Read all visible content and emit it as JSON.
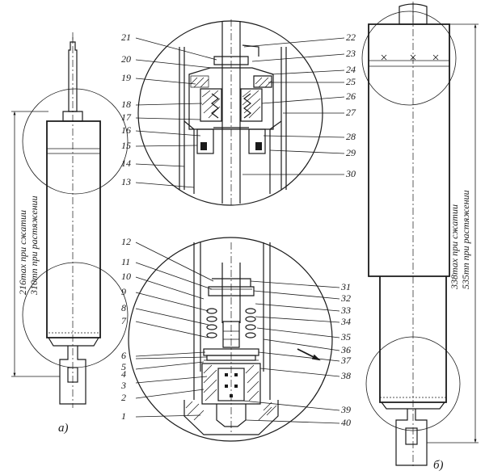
{
  "dimensions": {
    "left_compressed": "216",
    "left_compressed_suffix": "тах при сжатии",
    "left_extended": "310",
    "left_extended_suffix": "тп при растяжении",
    "right_compressed": "338",
    "right_compressed_suffix": "тах при сжатии",
    "right_extended": "535",
    "right_extended_suffix": "тп при растяжении"
  },
  "subfigure_labels": {
    "a": "а)",
    "b": "б)"
  },
  "callouts": {
    "n1": "1",
    "n2": "2",
    "n3": "3",
    "n4": "4",
    "n5": "5",
    "n6": "6",
    "n7": "7",
    "n8": "8",
    "n9": "9",
    "n10": "10",
    "n11": "11",
    "n12": "12",
    "n13": "13",
    "n14": "14",
    "n15": "15",
    "n16": "16",
    "n17": "17",
    "n18": "18",
    "n19": "19",
    "n20": "20",
    "n21": "21",
    "n22": "22",
    "n23": "23",
    "n24": "24",
    "n25": "25",
    "n26": "26",
    "n27": "27",
    "n28": "28",
    "n29": "29",
    "n30": "30",
    "n31": "31",
    "n32": "32",
    "n33": "33",
    "n34": "34",
    "n35": "35",
    "n36": "36",
    "n37": "37",
    "n38": "38",
    "n39": "39",
    "n40": "40"
  }
}
